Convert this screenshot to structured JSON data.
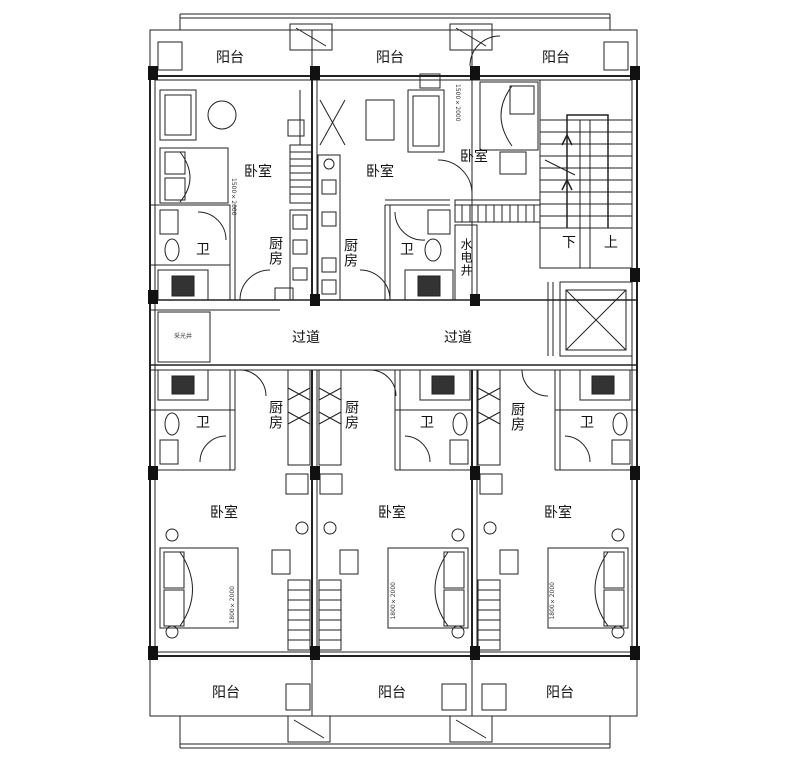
{
  "rooms": {
    "balcony": "阳台",
    "bedroom": "卧室",
    "kitchen": "厨房",
    "bath": "卫",
    "corridor": "过道",
    "stair_down": "下",
    "stair_up": "上",
    "shaft": "水电井",
    "lightwell": "采光井"
  },
  "dims": {
    "bed_1500": "1500×2000",
    "bed_1800": "1800×2000"
  }
}
